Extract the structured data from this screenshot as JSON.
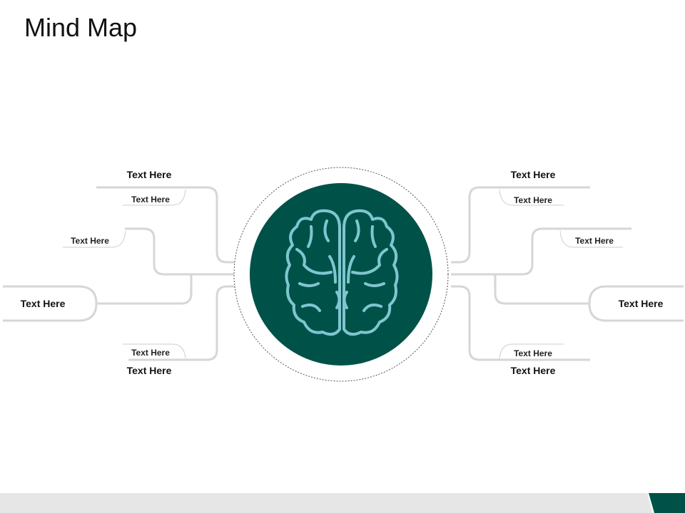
{
  "title": "Mind Map",
  "colors": {
    "accent": "#005249",
    "brain_stroke": "#7fc6d0",
    "connector": "#d6d6d6",
    "footer": "#e6e6e6"
  },
  "center_icon": "brain-icon",
  "nodes": {
    "left_top_main": "Text Here",
    "left_top_sub": "Text Here",
    "left_mid_sub": "Text Here",
    "left_center": "Text Here",
    "left_bottom_sub": "Text Here",
    "left_bottom_main": "Text Here",
    "right_top_main": "Text Here",
    "right_top_sub": "Text Here",
    "right_mid_sub": "Text Here",
    "right_center": "Text Here",
    "right_bottom_sub": "Text Here",
    "right_bottom_main": "Text Here"
  }
}
